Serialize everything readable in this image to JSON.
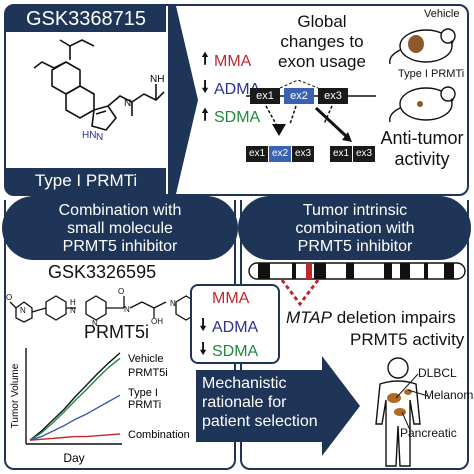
{
  "top": {
    "gsk_label": "GSK3368715",
    "type1_label": "Type I PRMTi",
    "marks": [
      {
        "dir": "up",
        "text": "MMA",
        "color": "#c0272d"
      },
      {
        "dir": "down",
        "text": "ADMA",
        "color": "#2e3191"
      },
      {
        "dir": "up",
        "text": "SDMA",
        "color": "#1f8a3a"
      }
    ],
    "global_text": [
      "Global",
      "changes to",
      "exon usage"
    ],
    "exons": {
      "top": [
        "ex1",
        "ex2",
        "ex3"
      ],
      "result_left": [
        "ex1",
        "ex2",
        "ex3"
      ],
      "result_right": [
        "ex1",
        "ex3"
      ]
    },
    "mouse_vehicle": "Vehicle",
    "mouse_type1": "Type I PRMTi",
    "anti_tumor": [
      "Anti-tumor",
      "activity"
    ]
  },
  "left": {
    "header": [
      "Combination with",
      "small molecule",
      "PRMT5 inhibitor"
    ],
    "gsk2": "GSK3326595",
    "prmt5i": "PRMT5i",
    "chart": {
      "ylabel": "Tumor Volume",
      "xlabel": "Day",
      "series_labels": [
        "Vehicle",
        "PRMT5i",
        "Type I",
        "PRMTi",
        "Combination"
      ]
    }
  },
  "middle": {
    "marks": [
      {
        "dir": "none",
        "text": "MMA",
        "color": "#c0272d"
      },
      {
        "dir": "down",
        "text": "ADMA",
        "color": "#2e3191"
      },
      {
        "dir": "down",
        "text": "SDMA",
        "color": "#1f8a3a"
      }
    ],
    "rationale": [
      "Mechanistic",
      "rationale for",
      "patient selection"
    ]
  },
  "right": {
    "header": [
      "Tumor intrinsic",
      "combination with",
      "PRMT5 inhibitor"
    ],
    "mtap_italic": "MTAP",
    "mtap_rest": " deletion impairs",
    "prmt5_activity": "PRMT5 activity",
    "body_labels": [
      "DLBCL",
      "Melanoma",
      "Pancreatic"
    ]
  },
  "chart_data": {
    "type": "line",
    "xlabel": "Day",
    "ylabel": "Tumor Volume",
    "series": [
      {
        "name": "Vehicle",
        "color": "#111111",
        "values": [
          0.02,
          0.12,
          0.24,
          0.36,
          0.5,
          0.63,
          0.76,
          0.88,
          0.99
        ]
      },
      {
        "name": "PRMT5i",
        "color": "#1f8a3a",
        "values": [
          0.02,
          0.1,
          0.21,
          0.33,
          0.46,
          0.58,
          0.71,
          0.83,
          0.93
        ]
      },
      {
        "name": "Type I PRMTi",
        "color": "#3a5aa8",
        "values": [
          0.02,
          0.06,
          0.12,
          0.18,
          0.25,
          0.31,
          0.38,
          0.45,
          0.52
        ]
      },
      {
        "name": "Combination",
        "color": "#c0272d",
        "values": [
          0.02,
          0.03,
          0.04,
          0.05,
          0.06,
          0.06,
          0.07,
          0.08,
          0.09
        ]
      }
    ]
  }
}
